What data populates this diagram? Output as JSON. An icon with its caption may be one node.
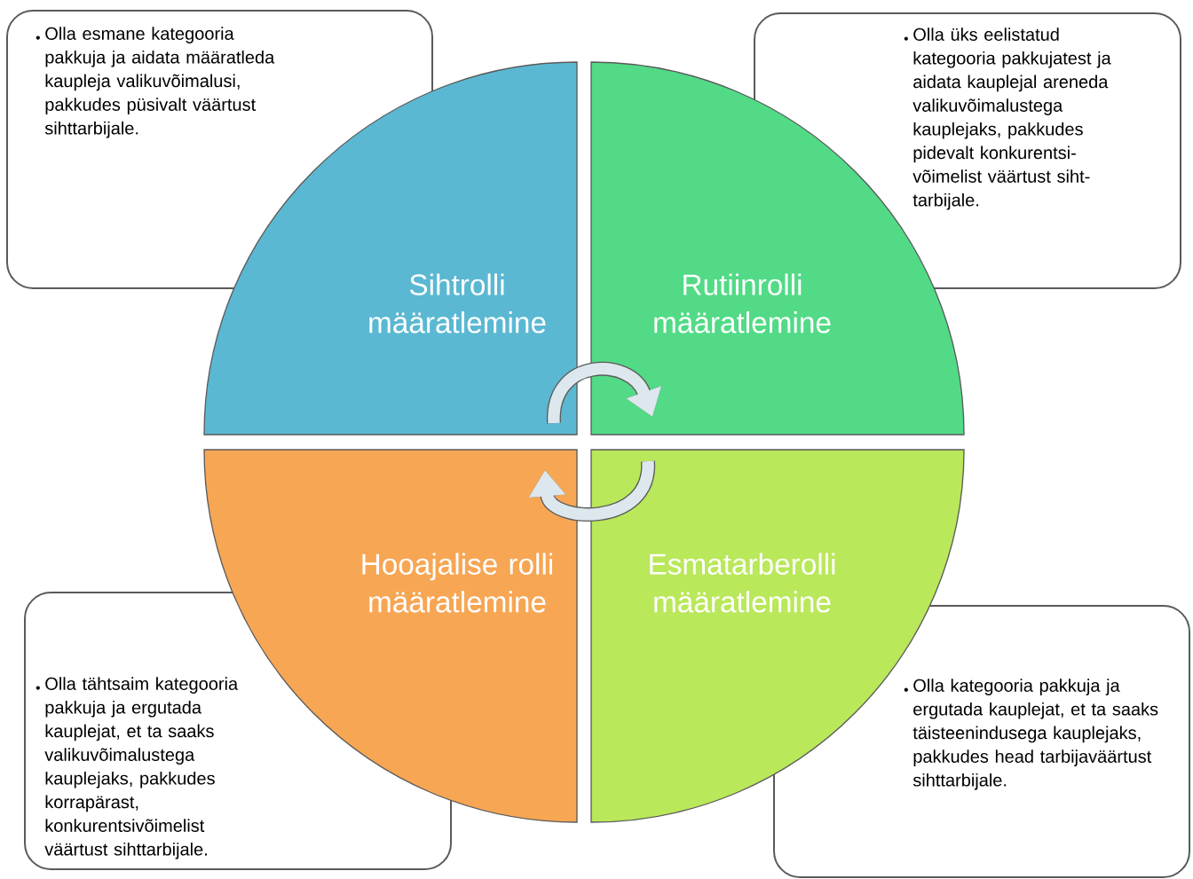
{
  "diagram": {
    "nodes": [
      {
        "text": [
          "Olla esmane kategooria pakkuja ja aidata määratleda kaupleja valikuvõimalusi, pakkudes püsivalt väärtust sihttarbijale."
        ]
      },
      {
        "text": [
          "Olla üks eelistatud kategooria pakkujatest ja aidata kauplejal areneda valikuvõimalustega kauplejaks, pakkudes pidevalt konkurentsi-võimelist väärtust siht-tarbijale."
        ]
      },
      {
        "text": [
          "Sihtrolli määratlemine"
        ]
      },
      {
        "text": [
          "Rutiinrolli määratlemine"
        ]
      },
      {
        "text": [
          "Hooajalise rolli määratlemine"
        ]
      },
      {
        "text": [
          "Esmatarberolli määratlemine"
        ]
      },
      {
        "text": [
          "Olla tähtsaim kategooria pakkuja ja ergutada kauplejat, et ta saaks valikuvõimalustega kauplejaks, pakkudes korrapärast, konkurentsivõimelist väärtust sihttarbijale."
        ]
      },
      {
        "text": [
          "Olla kategooria pakkuja ja ergutada kauplejat, et ta saaks täisteenindusega kauplejaks, pakkudes head tarbijaväärtust sihttarbijale."
        ]
      }
    ],
    "edges": [
      {
        "from": 2,
        "to": 3,
        "arrow": "to"
      },
      {
        "from": 5,
        "to": 4,
        "arrow": "to"
      }
    ]
  }
}
